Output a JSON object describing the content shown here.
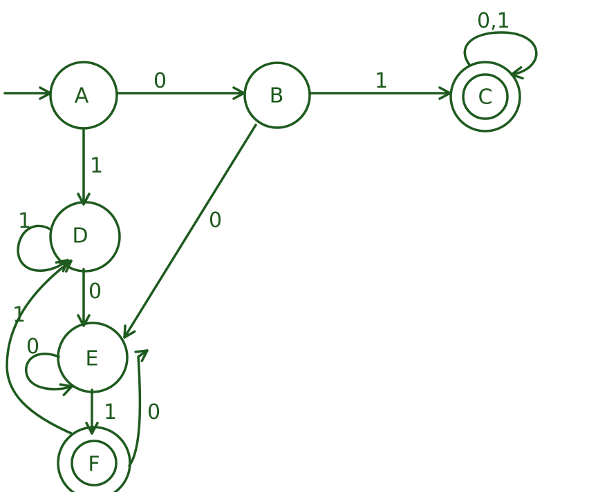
{
  "diagram": {
    "type": "finite-automaton",
    "color": "#1e5a1e",
    "start_state": "A",
    "states": [
      {
        "id": "A",
        "label": "A",
        "accepting": false
      },
      {
        "id": "B",
        "label": "B",
        "accepting": false
      },
      {
        "id": "C",
        "label": "C",
        "accepting": true
      },
      {
        "id": "D",
        "label": "D",
        "accepting": false
      },
      {
        "id": "E",
        "label": "E",
        "accepting": false
      },
      {
        "id": "F",
        "label": "F",
        "accepting": true
      }
    ],
    "transitions": [
      {
        "from": "A",
        "to": "B",
        "label": "0"
      },
      {
        "from": "B",
        "to": "C",
        "label": "1"
      },
      {
        "from": "C",
        "to": "C",
        "label": "0,1"
      },
      {
        "from": "A",
        "to": "D",
        "label": "1"
      },
      {
        "from": "B",
        "to": "E",
        "label": "0"
      },
      {
        "from": "D",
        "to": "D",
        "label": "1"
      },
      {
        "from": "D",
        "to": "E",
        "label": "0"
      },
      {
        "from": "F",
        "to": "D",
        "label": "1"
      },
      {
        "from": "E",
        "to": "E",
        "label": "0"
      },
      {
        "from": "E",
        "to": "F",
        "label": "1"
      },
      {
        "from": "F",
        "to": "E",
        "label": "0"
      }
    ]
  }
}
